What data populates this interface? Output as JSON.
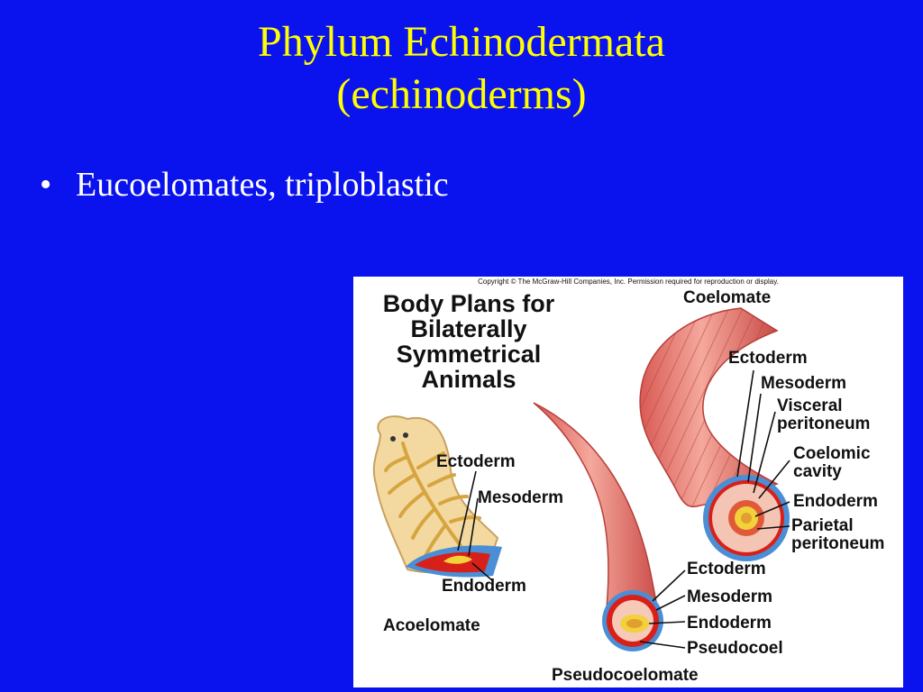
{
  "slide": {
    "title_line1": "Phylum Echinodermata",
    "title_line2": "(echinoderms)",
    "bullet_symbol": "•",
    "bullet_text": "Eucoelomates, triploblastic"
  },
  "figure": {
    "copyright": "Copyright © The McGraw-Hill Companies, Inc. Permission required for reproduction or display.",
    "title_lines": [
      "Body Plans for",
      "Bilaterally",
      "Symmetrical",
      "Animals"
    ],
    "acoelomate": {
      "name": "Acoelomate",
      "labels": {
        "ectoderm": "Ectoderm",
        "mesoderm": "Mesoderm",
        "endoderm": "Endoderm"
      }
    },
    "pseudocoelomate": {
      "name": "Pseudocoelomate",
      "labels": {
        "ectoderm": "Ectoderm",
        "mesoderm": "Mesoderm",
        "endoderm": "Endoderm",
        "pseudocoel": "Pseudocoel"
      }
    },
    "coelomate": {
      "name": "Coelomate",
      "labels": {
        "ectoderm": "Ectoderm",
        "mesoderm": "Mesoderm",
        "visceral_1": "Visceral",
        "visceral_2": "peritoneum",
        "coelomic_1": "Coelomic",
        "coelomic_2": "cavity",
        "endoderm": "Endoderm",
        "parietal_1": "Parietal",
        "parietal_2": "peritoneum"
      }
    }
  }
}
